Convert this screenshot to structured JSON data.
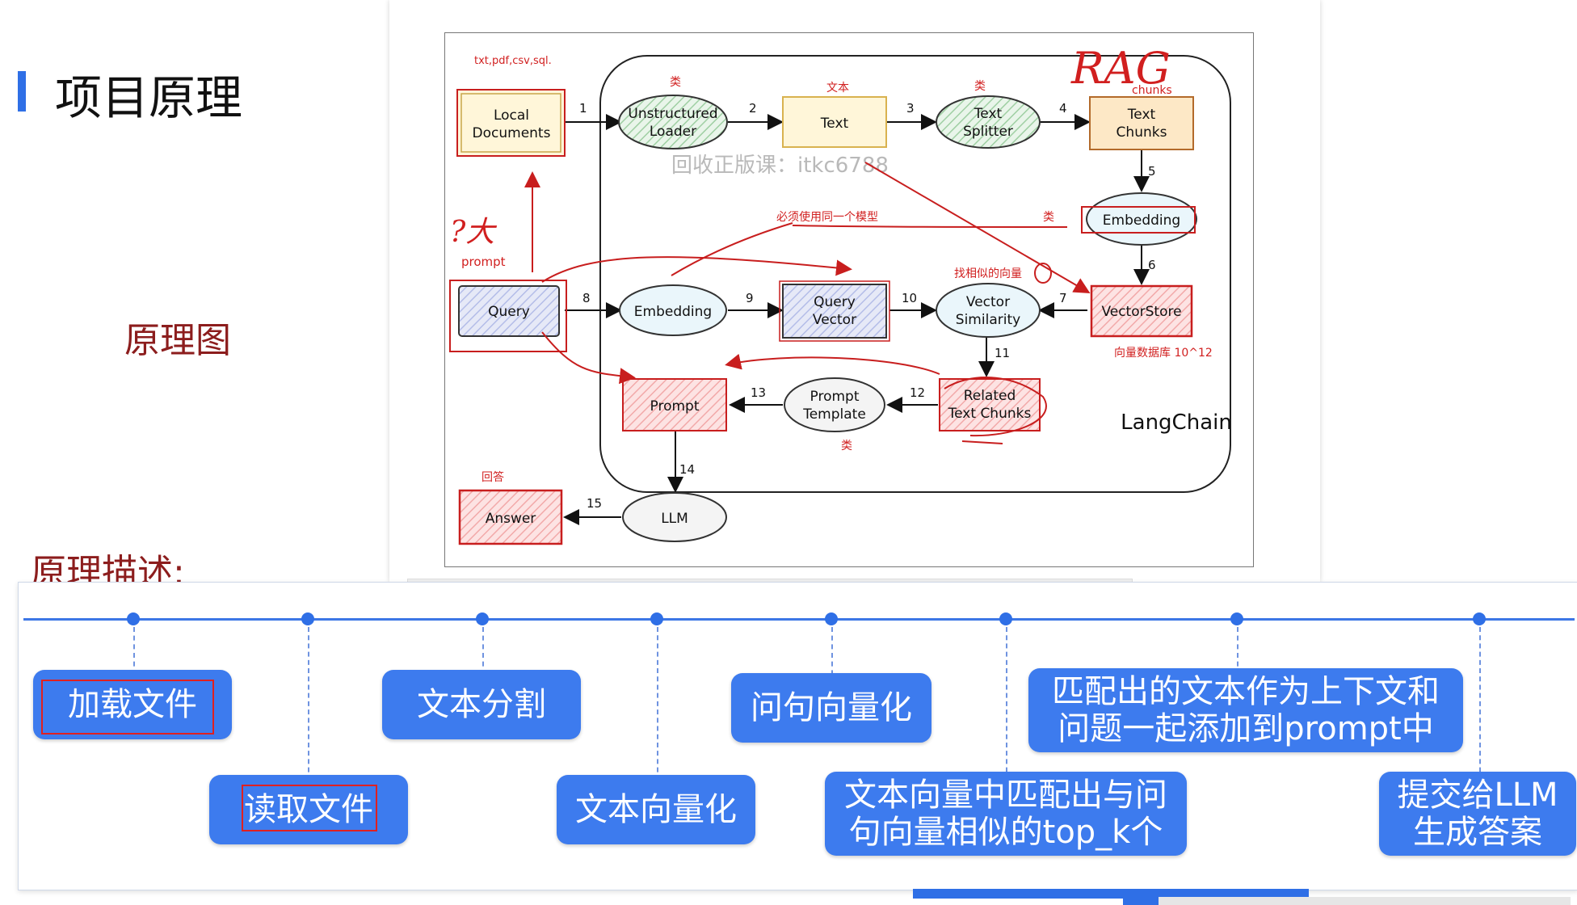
{
  "header": {
    "title": "项目原理",
    "diagram_label": "原理图",
    "description_label": "原理描述:"
  },
  "diagram": {
    "container_label": "LangChain",
    "handwritten_title": "RAG",
    "watermark": "回收正版课：itkc6788",
    "nodes": {
      "local_documents": [
        "Local",
        "Documents"
      ],
      "unstructured_loader": [
        "Unstructured",
        "Loader"
      ],
      "text": [
        "Text"
      ],
      "text_splitter": [
        "Text",
        "Splitter"
      ],
      "text_chunks": [
        "Text",
        "Chunks"
      ],
      "embedding_top": [
        "Embedding"
      ],
      "vector_store": [
        "VectorStore"
      ],
      "query": [
        "Query"
      ],
      "embedding_query": [
        "Embedding"
      ],
      "query_vector": [
        "Query",
        "Vector"
      ],
      "vector_similarity": [
        "Vector",
        "Similarity"
      ],
      "related_text_chunks": [
        "Related",
        "Text Chunks"
      ],
      "prompt_template": [
        "Prompt",
        "Template"
      ],
      "prompt": [
        "Prompt"
      ],
      "llm": [
        "LLM"
      ],
      "answer": [
        "Answer"
      ]
    },
    "edge_numbers": [
      "1",
      "2",
      "3",
      "4",
      "5",
      "6",
      "7",
      "8",
      "9",
      "10",
      "11",
      "12",
      "13",
      "14",
      "15"
    ],
    "annotations": {
      "file_types": "txt,pdf,csv,sql.",
      "class_1": "类",
      "text_cn": "文本",
      "class_2": "类",
      "chunks": "chunks",
      "same_model": "必须使用同一个模型",
      "class_3": "类",
      "find_similar": "找相似的向量",
      "vector_db": "向量数据库 10^12",
      "prompt_note": "prompt",
      "question_mark": "?大",
      "class_4": "类",
      "answer_cn": "回答"
    }
  },
  "timeline": {
    "steps": [
      {
        "label": [
          "加载文件"
        ],
        "highlight": true
      },
      {
        "label": [
          "读取文件"
        ],
        "highlight": true
      },
      {
        "label": [
          "文本分割"
        ],
        "highlight": false
      },
      {
        "label": [
          "文本向量化"
        ],
        "highlight": false
      },
      {
        "label": [
          "问句向量化"
        ],
        "highlight": false
      },
      {
        "label": [
          "文本向量中匹配出与问",
          "句向量相似的top_k个"
        ],
        "highlight": false
      },
      {
        "label": [
          "匹配出的文本作为上下文和",
          "问题一起添加到prompt中"
        ],
        "highlight": false
      },
      {
        "label": [
          "提交给LLM",
          "生成答案"
        ],
        "highlight": false
      }
    ]
  },
  "colors": {
    "accent_blue": "#3d7bee",
    "annotation_red": "#d11f1f",
    "label_dark_red": "#8c1d1d"
  }
}
